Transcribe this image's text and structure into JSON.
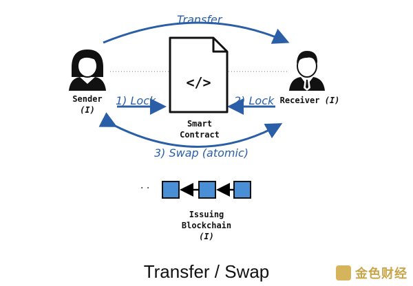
{
  "arrows": {
    "transfer": "Transfer",
    "lock1": "1) Lock",
    "lock2": "2) Lock",
    "swap": "3) Swap (atomic)"
  },
  "sender": {
    "name": "Sender",
    "sub": "(I)"
  },
  "receiver": {
    "name": "Receiver",
    "sub": "(I)"
  },
  "contract": {
    "code": "</>",
    "line1": "Smart",
    "line2": "Contract"
  },
  "blockchain": {
    "dots": "· ·",
    "line1": "Issuing",
    "line2": "Blockchain",
    "line3": "(I)"
  },
  "title": "Transfer / Swap",
  "watermark": "金色财经",
  "colors": {
    "accent": "#2a5fa8",
    "block": "#4a8fd6"
  }
}
